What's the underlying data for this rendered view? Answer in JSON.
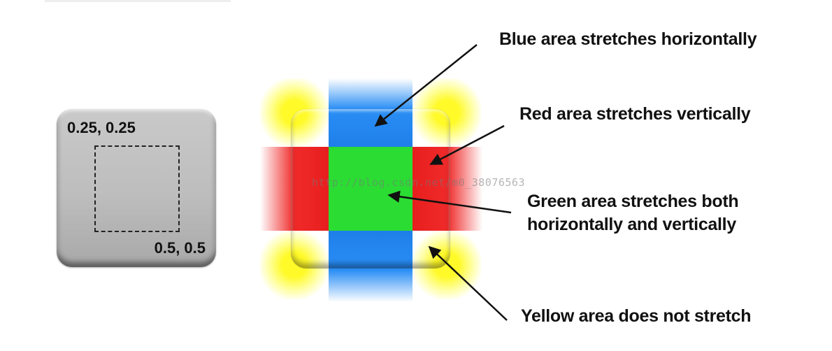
{
  "left_box": {
    "top_left_coord": "0.25, 0.25",
    "bottom_right_coord": "0.5, 0.5"
  },
  "labels": {
    "blue": "Blue area stretches horizontally",
    "red": "Red area stretches vertically",
    "green_line1": "Green area stretches both",
    "green_line2": "horizontally and vertically",
    "yellow": "Yellow area does not stretch"
  },
  "watermark": "http://blog.csdn.net/m0_38076563",
  "colors": {
    "blue": "#1f7fea",
    "red": "#e81e1e",
    "green": "#2bdc33",
    "yellow": "#fffa28",
    "box_gray": "#bdbdbd"
  }
}
